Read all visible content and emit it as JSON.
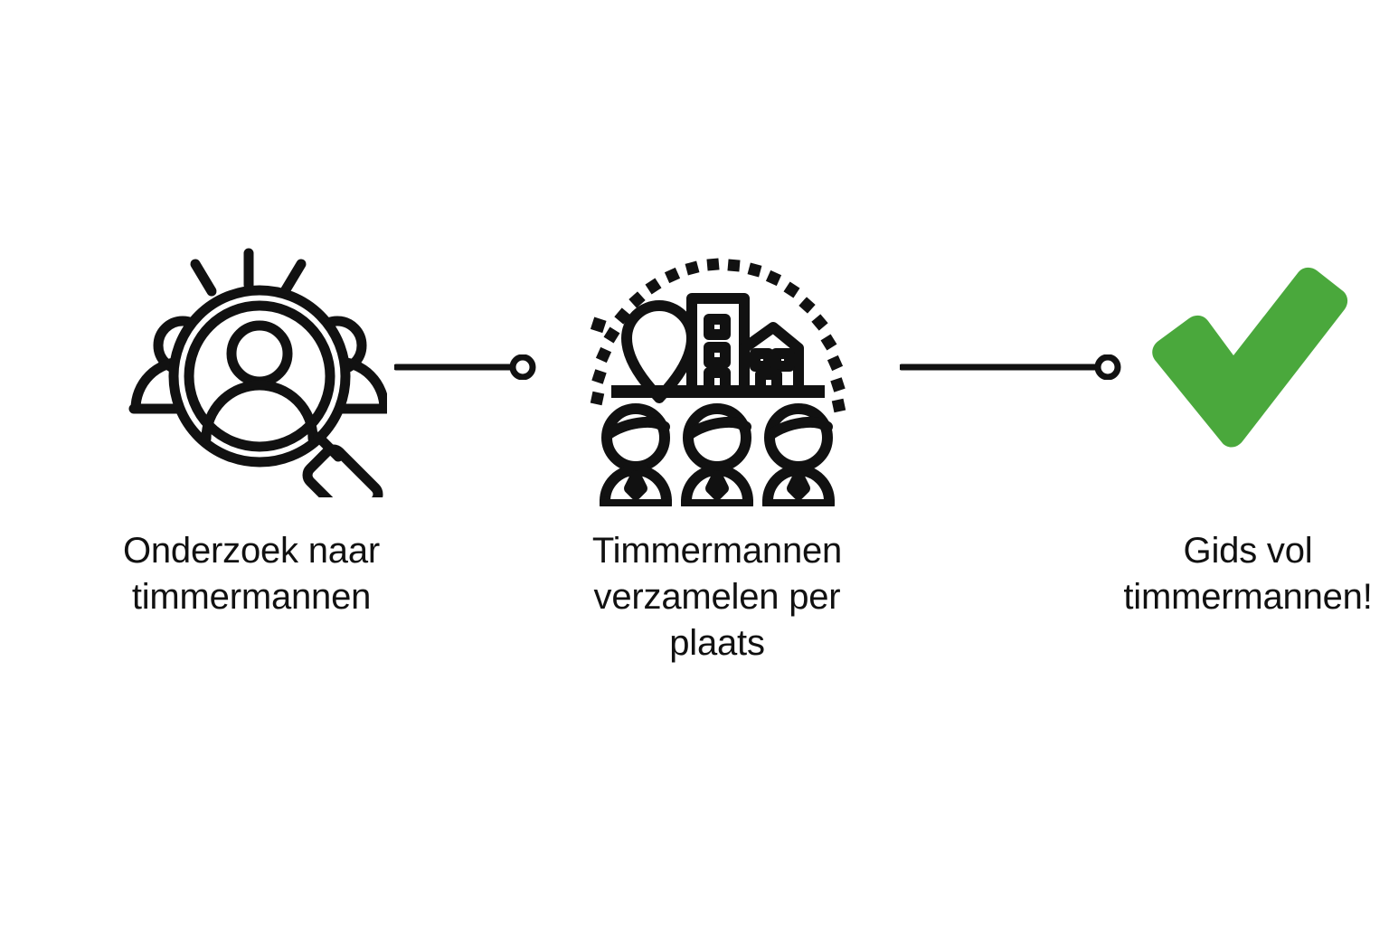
{
  "graphic": {
    "type": "process-flow",
    "background_color": "#ffffff",
    "line_color": "#111111",
    "accent_color": "#4aa83c",
    "steps": [
      {
        "id": "research",
        "icon": "people-magnifier-search-icon",
        "label": "Onderzoek naar\ntimmermannen"
      },
      {
        "id": "collect",
        "icon": "city-location-workers-icon",
        "label": "Timmermannen\nverzamelen per\nplaats"
      },
      {
        "id": "result",
        "icon": "green-checkmark-icon",
        "label": "Gids vol\ntimmermannen!"
      }
    ],
    "connectors": [
      {
        "id": "connector-1",
        "from": "research",
        "to": "collect",
        "style": "line-with-end-dot"
      },
      {
        "id": "connector-2",
        "from": "collect",
        "to": "result",
        "style": "line-with-end-dot"
      }
    ]
  }
}
